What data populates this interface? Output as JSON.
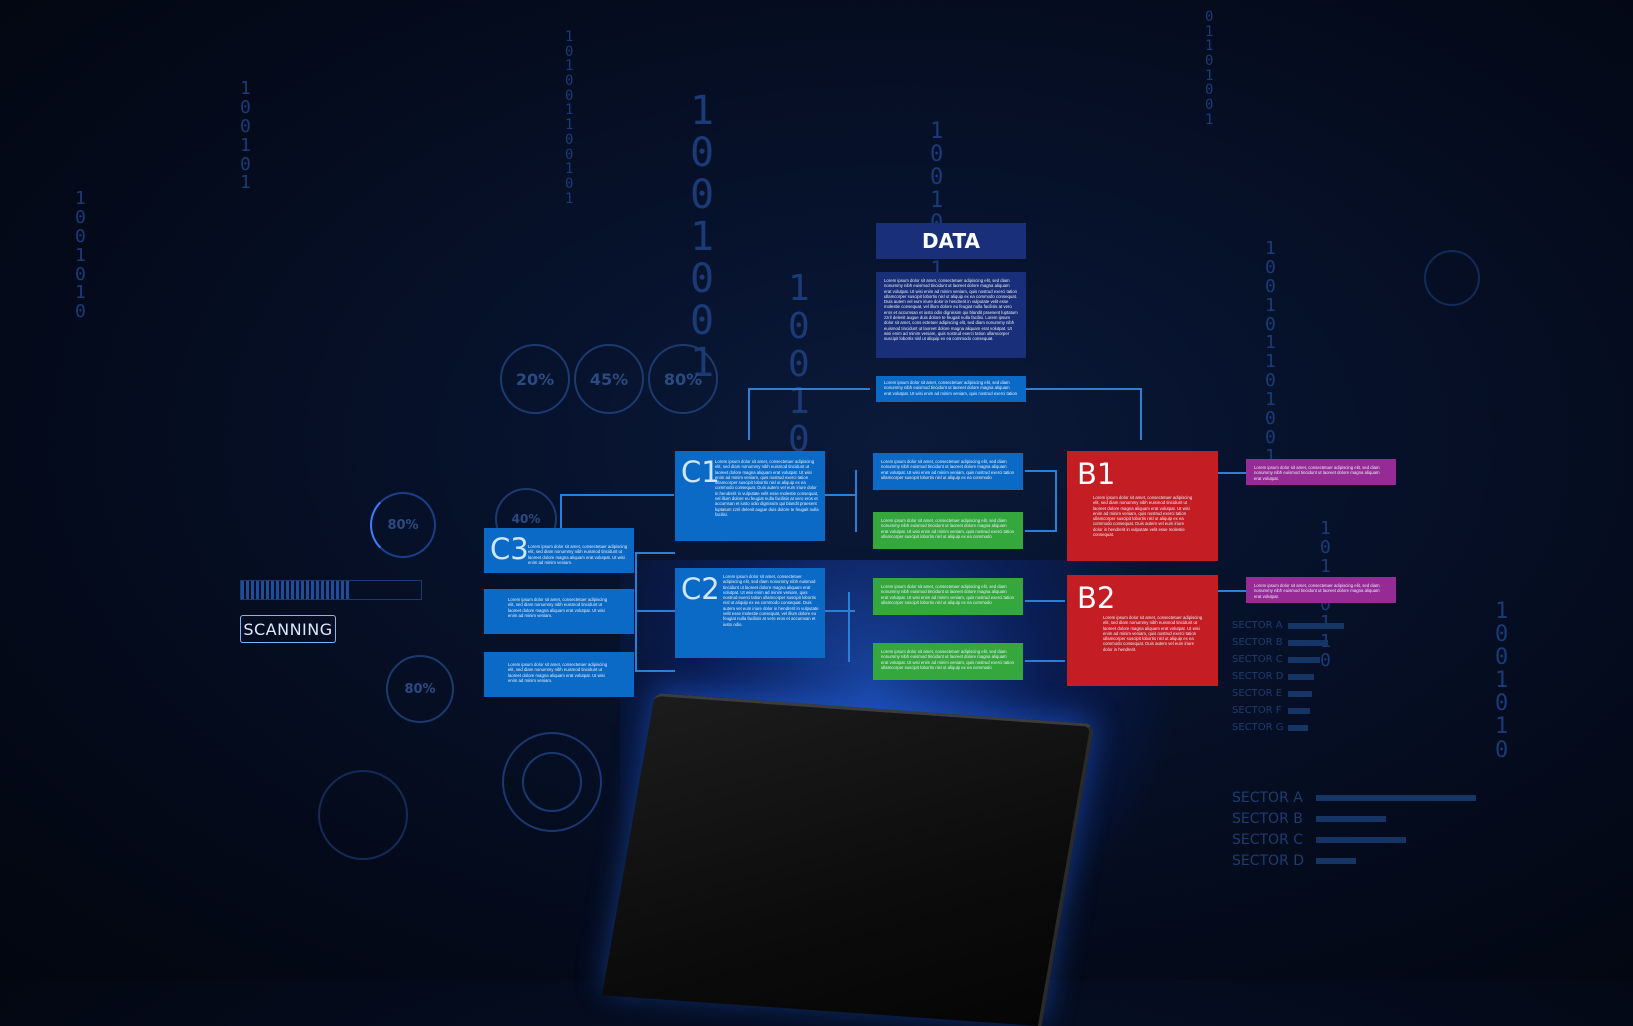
{
  "diagram": {
    "data_box": {
      "title": "DATA",
      "body": "Lorem ipsum dolor sit amet, consectetuer adipiscing elit, sed diam nonummy nibh euismod tincidunt ut laoreet dolore magna aliquam erat volutpat. Ut wisi enim ad minim veniam, quis nostrud exerci tation ullamcorper suscipit lobortis nisl ut aliquip ex ea commodo consequat. Duis autem vel eum iriure dolor in hendrerit in vulputate velit esse molestie consequat, vel illum dolore eu feugiat nulla facilisis at vero eros et accumsan et iusto odio dignissim qui blandit praesent luptatum zzril delenit augue duis dolore te feugait nulla facilisi. Lorem ipsum dolor sit amet, cons ectetuer adipiscing elit, sed diam nonummy nibh euismod tincidunt ut laoreet dolore magna aliquam erat volutpat. Ut wisi enim ad minim veniam, quis nostrud exerci tation ullamcorper suscipit lobortis nisl ut aliquip ex ea commodo consequat."
    },
    "summary": "Lorem ipsum dolor sit amet, consectetuer adipiscing elit, sed diam nonummy nibh euismod tincidunt ut laoreet dolore magna aliquam erat volutpat. Ut wisi enim ad minim veniam, quis nostrud exerci tation",
    "c1": {
      "title": "C1",
      "body": "Lorem ipsum dolor sit amet, consectetuer adipiscing elit, sed diam nonummy nibh euismod tincidunt ut laoreet dolore magna aliquam erat volutpat. Ut wisi enim ad minim veniam, quis nostrud exerci tation ullamcorper suscipit lobortis nisl ut aliquip ex ea commodo consequat. Duis autem vel eum iriure dolor in hendrerit in vulputate velit esse molestie consequat, vel illum dolore eu feugiat nulla facilisis at vero eros et accumsan et iusto odio dignissim qui blandit praesent luptatum zzril delenit augue duis dolore te feugait nulla facilisi."
    },
    "c2": {
      "title": "C2",
      "body": "Lorem ipsum dolor sit amet, consectetuer adipiscing elit, sed diam nonummy nibh euismod tincidunt ut laoreet dolore magna aliquam erat volutpat. Ut wisi enim ad minim veniam, quis nostrud exerci tation ullamcorper suscipit lobortis nisl ut aliquip ex ea commodo consequat. Duis autem vel eum iriure dolor in hendrerit in vulputate velit esse molestie consequat, vel illum dolore eu feugiat nulla facilisis at vero eros et accumsan et iusto odio."
    },
    "c3": {
      "title": "C3",
      "body": "Lorem ipsum dolor sit amet, consectetuer adipiscing elit, sed diam nonummy nibh euismod tincidunt ut laoreet dolore magna aliquam erat volutpat. Ut wisi enim ad minim veniam."
    },
    "c3_sub": [
      "Lorem ipsum dolor sit amet, consectetuer adipiscing elit, sed diam nonummy nibh euismod tincidunt ut laoreet dolore magna aliquam erat volutpat. Ut wisi enim ad minim veniam.",
      "Lorem ipsum dolor sit amet, consectetuer adipiscing elit, sed diam nonummy nibh euismod tincidunt ut laoreet dolore magna aliquam erat volutpat. Ut wisi enim ad minim veniam."
    ],
    "mid_blue": "Lorem ipsum dolor sit amet, consectetuer adipiscing elit, sed diam nonummy nibh euismod tincidunt ut laoreet dolore magna aliquam erat volutpat. Ut wisi enim ad minim veniam, quis nostrud exerci tation ullamcorper suscipit lobortis nisl ut aliquip ex ea commodo",
    "greens": [
      "Lorem ipsum dolor sit amet, consectetuer adipiscing elit, sed diam nonummy nibh euismod tincidunt ut laoreet dolore magna aliquam erat volutpat. Ut wisi enim ad minim veniam, quis nostrud exerci tation ullamcorper suscipit lobortis nisl ut aliquip ex ea commodo",
      "Lorem ipsum dolor sit amet, consectetuer adipiscing elit, sed diam nonummy nibh euismod tincidunt ut laoreet dolore magna aliquam erat volutpat. Ut wisi enim ad minim veniam, quis nostrud exerci tation ullamcorper suscipit lobortis nisl ut aliquip ex ea commodo",
      "Lorem ipsum dolor sit amet, consectetuer adipiscing elit, sed diam nonummy nibh euismod tincidunt ut laoreet dolore magna aliquam erat volutpat. Ut wisi enim ad minim veniam, quis nostrud exerci tation ullamcorper suscipit lobortis nisl ut aliquip ex ea commodo"
    ],
    "b1": {
      "title": "B1",
      "body": "Lorem ipsum dolor sit amet, consectetuer adipiscing elit, sed diam nonummy nibh euismod tincidunt ut laoreet dolore magna aliquam erat volutpat. Ut wisi enim ad minim veniam, quis nostrud exerci tation ullamcorper suscipit lobortis nisl ut aliquip ex ea commodo consequat. Duis autem vel eum iriure dolor in hendrerit in vulputate velit esse molestie consequat."
    },
    "b2": {
      "title": "B2",
      "body": "Lorem ipsum dolor sit amet, consectetuer adipiscing elit, sed diam nonummy nibh euismod tincidunt ut laoreet dolore magna aliquam erat volutpat. Ut wisi enim ad minim veniam, quis nostrud exerci tation ullamcorper suscipit lobortis nisl ut aliquip ex ea commodo consequat. Duis autem vel eum iriure dolor in hendrerit."
    },
    "purple": [
      "Lorem ipsum dolor sit amet, consectetuer adipiscing elit, sed diam nonummy nibh euismod tincidunt ut laoreet dolore magna aliquam erat volutpat.",
      "Lorem ipsum dolor sit amet, consectetuer adipiscing elit, sed diam nonummy nibh euismod tincidunt ut laoreet dolore magna aliquam erat volutpat."
    ]
  },
  "hud": {
    "scanning": "SCANNING",
    "percents": [
      "20%",
      "45%",
      "80%"
    ],
    "ring_left_top": "80%",
    "ring_left_mid": "40%",
    "ring_left_bottom": "80%",
    "sectors_small": [
      "SECTOR A",
      "SECTOR B",
      "SECTOR C",
      "SECTOR D",
      "SECTOR E",
      "SECTOR F",
      "SECTOR G"
    ],
    "sectors_large": [
      "SECTOR A",
      "SECTOR B",
      "SECTOR C",
      "SECTOR D"
    ]
  },
  "colors": {
    "blue": "#0a6ac6",
    "navy": "#1a2f7a",
    "green": "#34a83d",
    "red": "#c41e24",
    "purple": "#962b96",
    "line": "#2b7fd6"
  },
  "icons": [
    "fingerprint-icon",
    "globe-icon",
    "tablet-device"
  ]
}
